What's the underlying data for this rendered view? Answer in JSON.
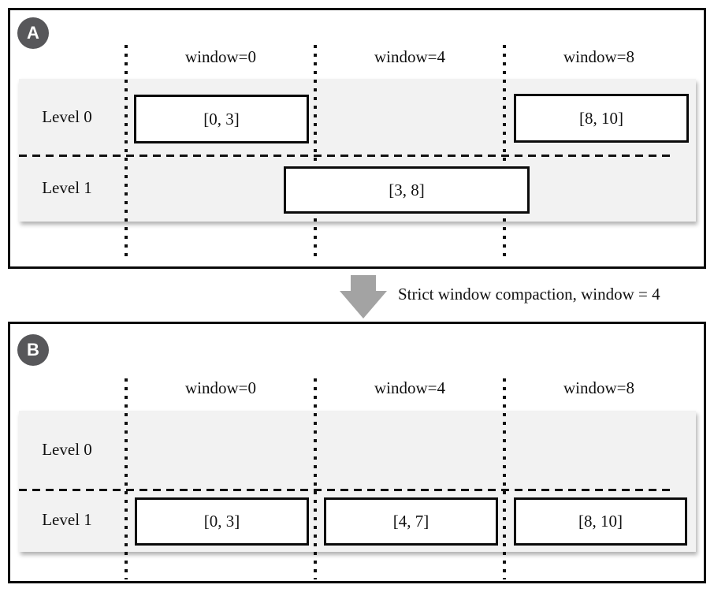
{
  "colors": {
    "badge_background": "#57575a",
    "badge_text": "#ffffff",
    "level_band": "#f2f2f2",
    "arrow": "#a3a3a3",
    "line": "#0a0a0a"
  },
  "panel_a": {
    "badge": "A",
    "columns": [
      {
        "label": "window=0"
      },
      {
        "label": "window=4"
      },
      {
        "label": "window=8"
      }
    ],
    "levels": [
      {
        "label": "Level 0"
      },
      {
        "label": "Level 1"
      }
    ],
    "level0_runs": [
      {
        "range": "[0, 3]",
        "window": "window=0"
      },
      {
        "range": "[8, 10]",
        "window": "window=8"
      }
    ],
    "level1_runs": [
      {
        "range": "[3, 8]",
        "window": "spans window=0 to window=8 boundary"
      }
    ]
  },
  "transition": {
    "label": "Strict window compaction, window = 4"
  },
  "panel_b": {
    "badge": "B",
    "columns": [
      {
        "label": "window=0"
      },
      {
        "label": "window=4"
      },
      {
        "label": "window=8"
      }
    ],
    "levels": [
      {
        "label": "Level 0"
      },
      {
        "label": "Level 1"
      }
    ],
    "level0_runs": [],
    "level1_runs": [
      {
        "range": "[0, 3]",
        "window": "window=0"
      },
      {
        "range": "[4, 7]",
        "window": "window=4"
      },
      {
        "range": "[8, 10]",
        "window": "window=8"
      }
    ]
  }
}
